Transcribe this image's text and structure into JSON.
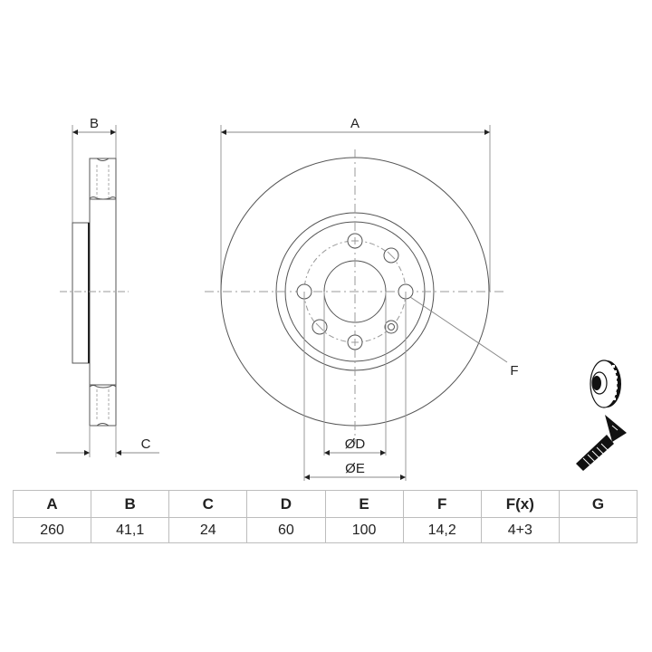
{
  "drawing": {
    "side_view": {
      "dim_B_label": "B",
      "dim_C_label": "C"
    },
    "front_view": {
      "dim_A_label": "A",
      "dim_D_label": "ØD",
      "dim_E_label": "ØE",
      "dim_F_label": "F"
    },
    "icons": [
      "brake-disc-icon",
      "bolt-screw-icon"
    ],
    "line_color": "#555555",
    "center_line_color": "#9a9a9a"
  },
  "spec_table": {
    "headers": [
      "A",
      "B",
      "C",
      "D",
      "E",
      "F",
      "F(x)",
      "G"
    ],
    "values": [
      "260",
      "41,1",
      "24",
      "60",
      "100",
      "14,2",
      "4+3",
      ""
    ]
  }
}
